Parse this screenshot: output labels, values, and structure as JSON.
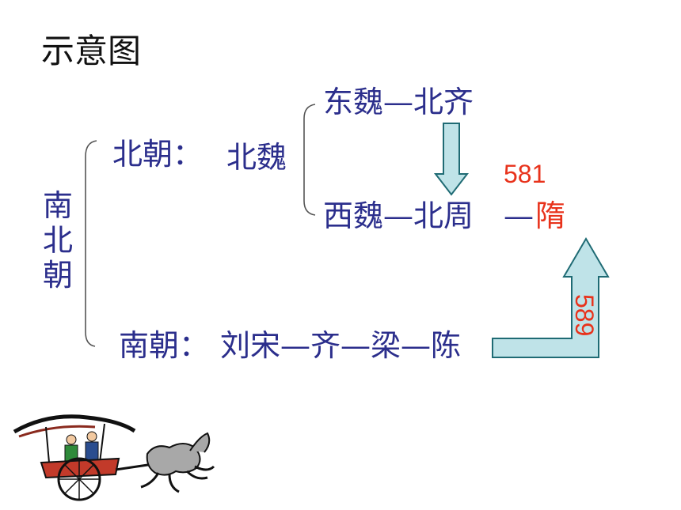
{
  "title": "示意图",
  "side_label": "南北朝",
  "north": {
    "label": "北朝：",
    "wei": "北魏",
    "east_line": "东魏—北齐",
    "west_line": "西魏—北周",
    "year_sui": "581",
    "sui_dash": "—",
    "sui": "隋"
  },
  "south": {
    "label": "南朝：",
    "dynasties": "刘宋—齐—梁—陈",
    "year": "589"
  },
  "colors": {
    "text": "#2b2e8c",
    "highlight": "#e8321b",
    "arrow_fill": "#bfe3e8",
    "arrow_stroke": "#1f6b74"
  },
  "images": {
    "carriage": "horse-drawn-carriage-illustration"
  }
}
